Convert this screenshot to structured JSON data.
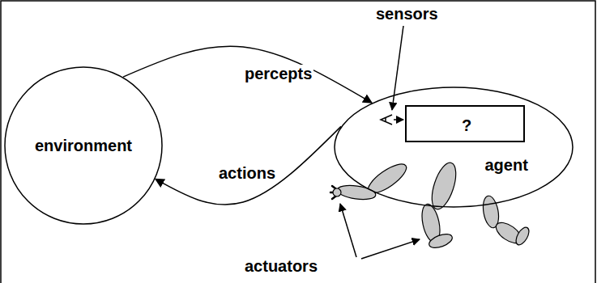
{
  "diagram": {
    "nodes": [
      {
        "text": [
          "environment"
        ]
      },
      {
        "text": [
          "agent"
        ]
      },
      {
        "text": [
          "?"
        ],
        "in": 1
      }
    ],
    "edges": [
      {
        "from": 0,
        "to": 1,
        "label": "percepts",
        "arrow": "to"
      },
      {
        "from": 1,
        "to": 0,
        "label": "actions",
        "arrow": "to"
      }
    ],
    "labels": [
      "sensors",
      "actuators"
    ]
  }
}
